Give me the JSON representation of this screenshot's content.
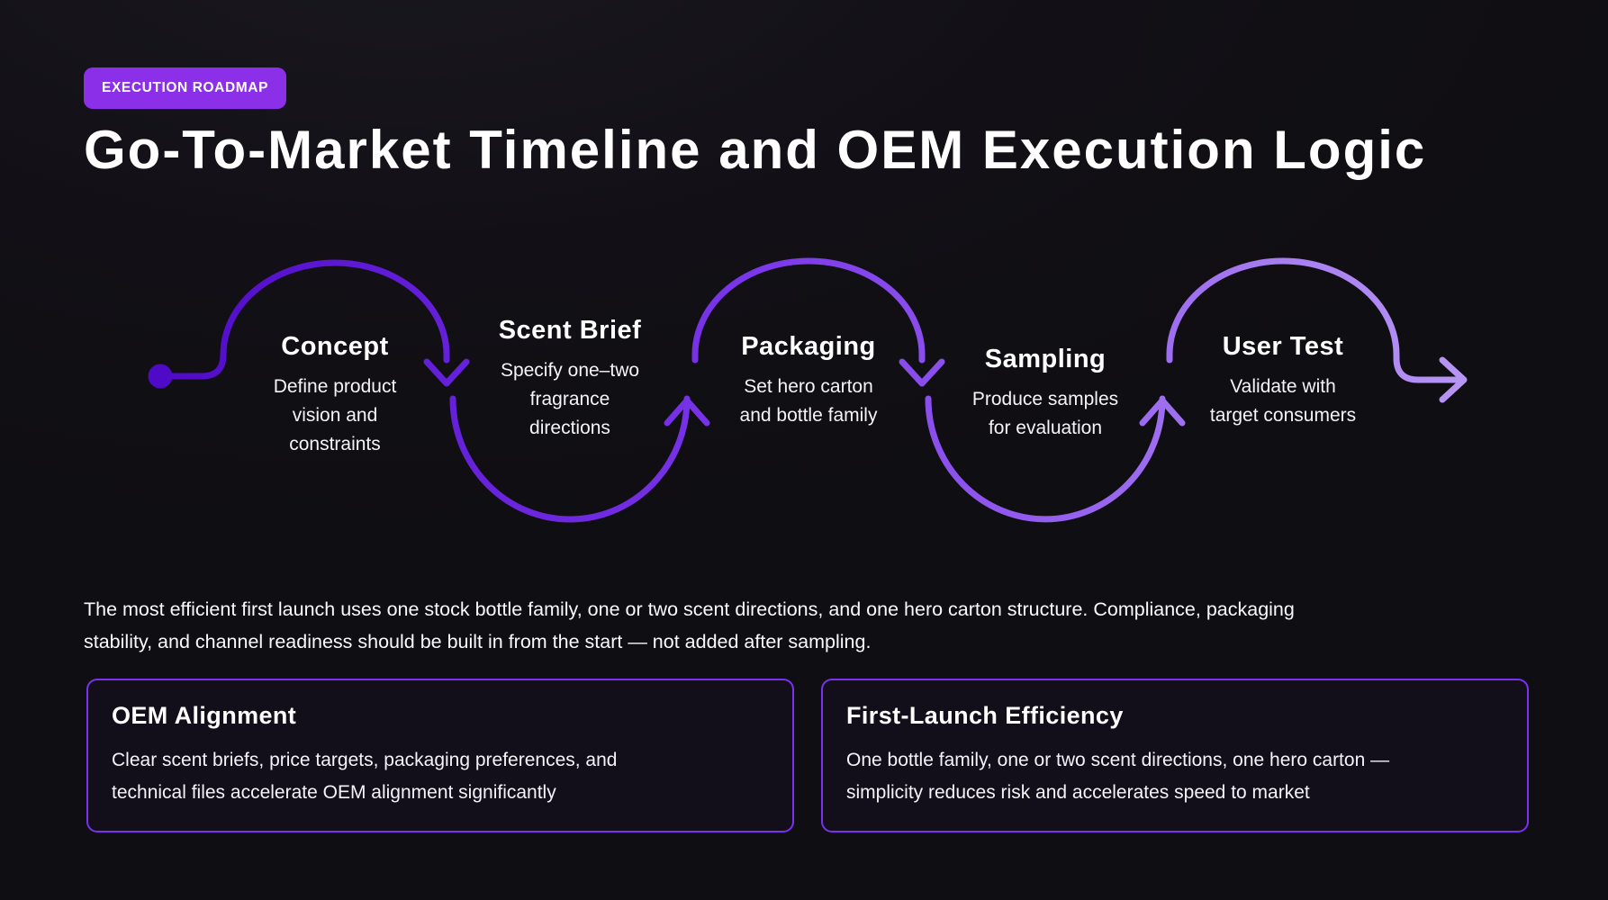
{
  "badge": {
    "label": "EXECUTION ROADMAP",
    "background": "#8B2FE8"
  },
  "title": {
    "text": "Go-To-Market Timeline and OEM Execution Logic"
  },
  "flow": {
    "gradient": {
      "start": "#4F0AC8",
      "mid": "#7B36EA",
      "end": "#B897F4"
    },
    "stages": [
      {
        "name": "Concept",
        "lines": [
          "Define product",
          "vision and",
          "constraints"
        ]
      },
      {
        "name": "Scent Brief",
        "lines": [
          "Specify one–two",
          "fragrance",
          "directions"
        ]
      },
      {
        "name": "Packaging",
        "lines": [
          "Set hero carton",
          "and bottle family"
        ]
      },
      {
        "name": "Sampling",
        "lines": [
          "Produce samples",
          "for evaluation"
        ]
      },
      {
        "name": "User Test",
        "lines": [
          "Validate with",
          "target consumers"
        ]
      }
    ]
  },
  "intro": {
    "line1": "The most efficient first launch uses one stock bottle family, one or two scent directions, and one hero carton structure. Compliance, packaging",
    "line2": "stability, and channel readiness should be built in from the start — not added after sampling."
  },
  "cards": [
    {
      "title": "OEM Alignment",
      "line1": "Clear scent briefs, price targets, packaging preferences, and",
      "line2": "technical files accelerate OEM alignment significantly"
    },
    {
      "title": "First-Launch Efficiency",
      "line1": "One bottle family, one or two scent directions, one hero carton —",
      "line2": "simplicity reduces risk and accelerates speed to market"
    }
  ],
  "colors": {
    "card_border": "#7B30F2",
    "background": "#121016"
  }
}
